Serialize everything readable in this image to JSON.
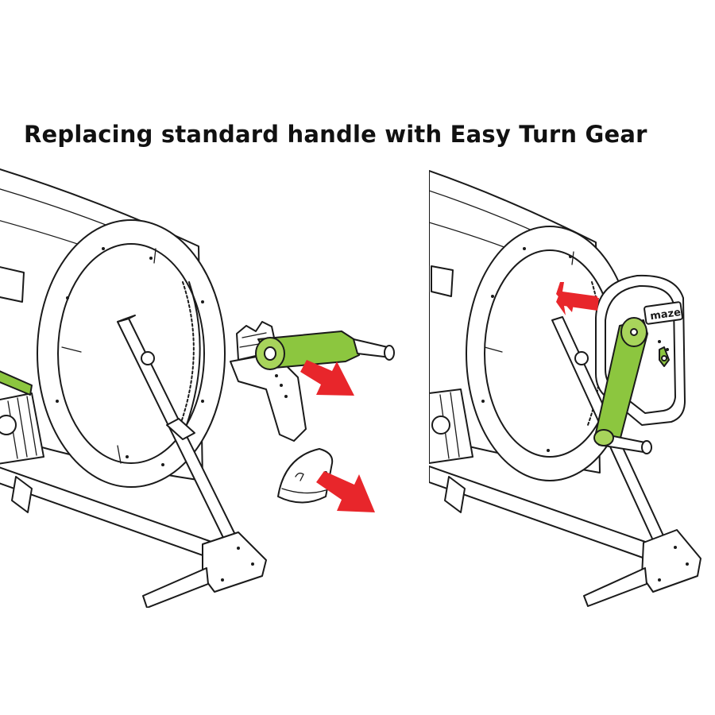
{
  "title": "Replacing standard handle with Easy Turn Gear",
  "gear_brand": "maze",
  "colors": {
    "accent_green": "#8cc63f",
    "arrow_red": "#e8262b",
    "line": "#1a1a1a"
  },
  "panels": [
    {
      "id": "before",
      "icons": [
        "tumbler-drum",
        "standard-handle",
        "handle-bracket",
        "handle-cap",
        "red-arrow",
        "red-arrow"
      ]
    },
    {
      "id": "after",
      "icons": [
        "tumbler-drum",
        "easy-turn-gear",
        "gear-crank",
        "red-arrow"
      ]
    }
  ]
}
